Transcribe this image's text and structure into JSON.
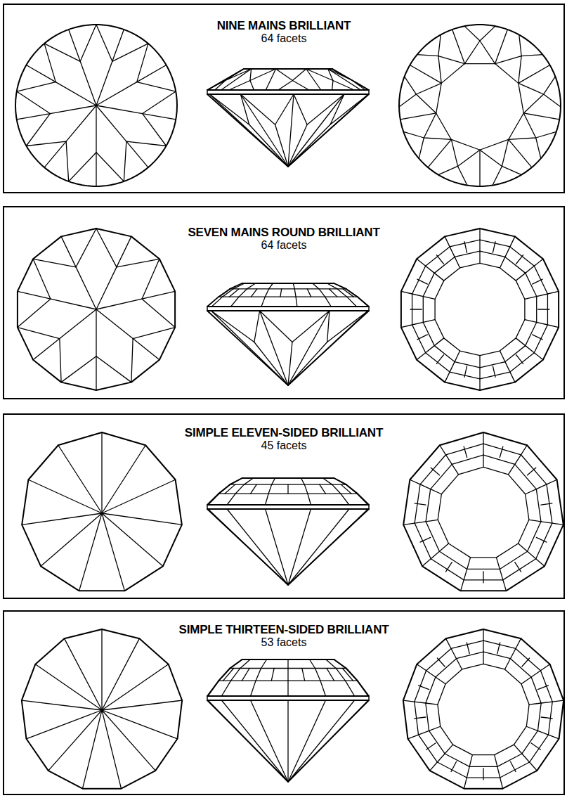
{
  "diagram": {
    "nodes": [
      {
        "text": [
          "NINE MAINS BRILLIANT",
          "64 facets"
        ]
      },
      {
        "text": [
          "SEVEN MAINS ROUND BRILLIANT",
          "64 facets"
        ]
      },
      {
        "text": [
          "SIMPLE ELEVEN-SIDED BRILLIANT",
          "45 facets"
        ]
      },
      {
        "text": [
          "SIMPLE THIRTEEN-SIDED BRILLIANT",
          "53 facets"
        ]
      }
    ]
  }
}
